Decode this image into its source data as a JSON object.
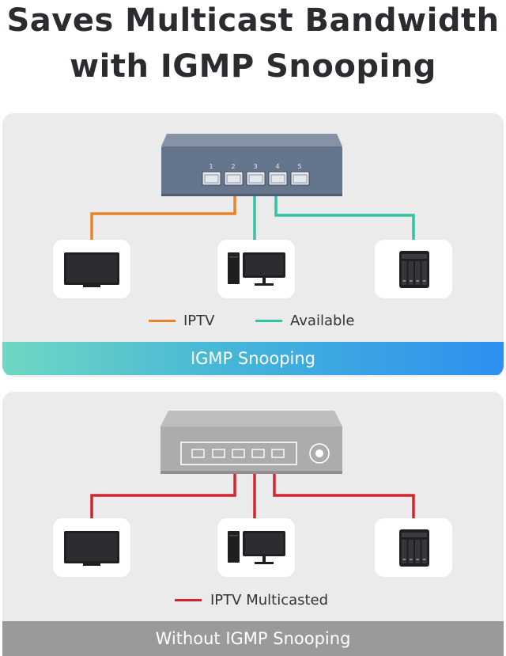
{
  "title": {
    "line1": "Saves Multicast Bandwidth",
    "line2": "with IGMP Snooping"
  },
  "top_panel": {
    "switch_port_numbers": [
      "1",
      "2",
      "3",
      "4",
      "5"
    ],
    "devices": [
      "tv-icon",
      "desktop-computer-icon",
      "nas-icon"
    ],
    "legend": [
      {
        "label": "IPTV",
        "color": "#e8832a"
      },
      {
        "label": "Available",
        "color": "#33c2a6"
      }
    ],
    "banner": "IGMP Snooping"
  },
  "bottom_panel": {
    "devices": [
      "tv-icon",
      "desktop-computer-icon",
      "nas-icon"
    ],
    "legend": [
      {
        "label": "IPTV Multicasted",
        "color": "#d1242f"
      }
    ],
    "banner": "Without IGMP Snooping"
  },
  "colors": {
    "iptv": "#e8832a",
    "available": "#33c2a6",
    "multicast": "#d1242f",
    "switch": "#67778d",
    "banner_blue_end": "#2d8ff0",
    "banner_gray": "#9a9a9c"
  }
}
